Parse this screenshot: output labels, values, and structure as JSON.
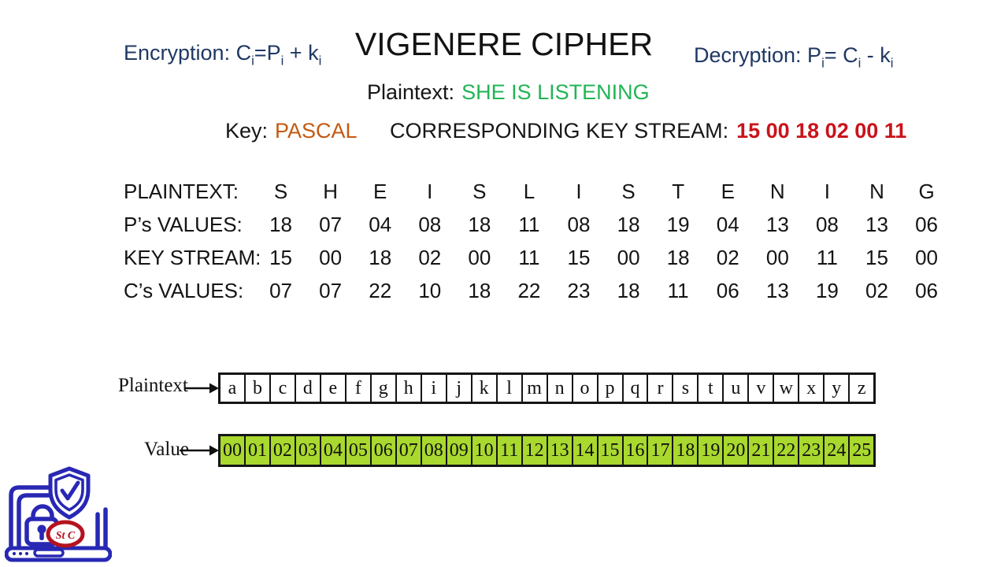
{
  "colors": {
    "navy": "#1f3864",
    "green": "#22b455",
    "orange": "#c45911",
    "red": "#c9131b",
    "strip-green": "#a9d82e",
    "logo-blue": "#2828b4",
    "logo-red": "#b5121f"
  },
  "header": {
    "title": "VIGENERE CIPHER",
    "encryption": {
      "t1": "Encryption: C",
      "s1": "i",
      "t2": "=P",
      "s2": "i",
      "t3": " + k",
      "s3": "i"
    },
    "decryption": {
      "t1": "Decryption: P",
      "s1": "i",
      "t2": "= C",
      "s2": "i",
      "t3": " - k",
      "s3": "i"
    },
    "plaintext_label": "Plaintext:",
    "plaintext_value": "SHE IS LISTENING",
    "key_label": "Key:",
    "key_value": "PASCAL",
    "keystream_label": "CORRESPONDING KEY STREAM:",
    "keystream_value": "15 00 18 02 00 11"
  },
  "cipher_table": {
    "rows": [
      {
        "label": "PLAINTEXT:",
        "cells": [
          "S",
          "H",
          "E",
          "I",
          "S",
          "L",
          "I",
          "S",
          "T",
          "E",
          "N",
          "I",
          "N",
          "G"
        ]
      },
      {
        "label": "P’s VALUES:",
        "cells": [
          "18",
          "07",
          "04",
          "08",
          "18",
          "11",
          "08",
          "18",
          "19",
          "04",
          "13",
          "08",
          "13",
          "06"
        ]
      },
      {
        "label": "KEY STREAM:",
        "cells": [
          "15",
          "00",
          "18",
          "02",
          "00",
          "11",
          "15",
          "00",
          "18",
          "02",
          "00",
          "11",
          "15",
          "00"
        ]
      },
      {
        "label": "C’s VALUES:",
        "cells": [
          "07",
          "07",
          "22",
          "10",
          "18",
          "22",
          "23",
          "18",
          "11",
          "06",
          "13",
          "19",
          "02",
          "06"
        ]
      }
    ]
  },
  "alphabet_strip": {
    "label": "Plaintext",
    "cells": [
      "a",
      "b",
      "c",
      "d",
      "e",
      "f",
      "g",
      "h",
      "i",
      "j",
      "k",
      "l",
      "m",
      "n",
      "o",
      "p",
      "q",
      "r",
      "s",
      "t",
      "u",
      "v",
      "w",
      "x",
      "y",
      "z"
    ]
  },
  "value_strip": {
    "label": "Value",
    "cells": [
      "00",
      "01",
      "02",
      "03",
      "04",
      "05",
      "06",
      "07",
      "08",
      "09",
      "10",
      "11",
      "12",
      "13",
      "14",
      "15",
      "16",
      "17",
      "18",
      "19",
      "20",
      "21",
      "22",
      "23",
      "24",
      "25"
    ]
  },
  "logo": {
    "emblem_text": "St C"
  }
}
